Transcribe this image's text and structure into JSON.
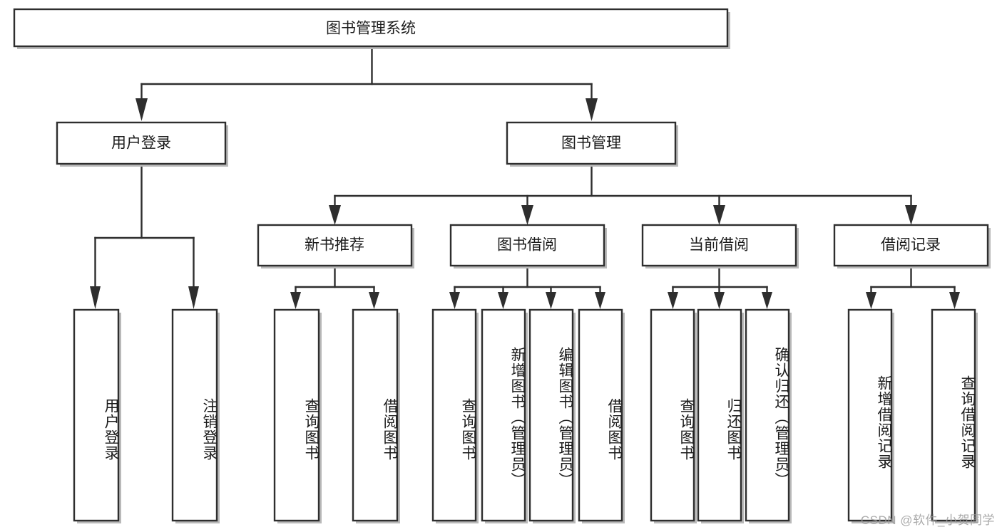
{
  "diagram": {
    "title": "图书管理系统",
    "type": "tree-hierarchy-diagram",
    "colors": {
      "box_stroke": "#2e2e2e",
      "box_fill": "#ffffff",
      "connector": "#2e2e2e",
      "text": "#1b1b1b",
      "watermark": "#9c9c9c",
      "background": "#ffffff"
    },
    "root": {
      "label": "图书管理系统"
    },
    "level2": [
      {
        "label": "用户登录"
      },
      {
        "label": "图书管理"
      }
    ],
    "level3": [
      {
        "label": "新书推荐"
      },
      {
        "label": "图书借阅"
      },
      {
        "label": "当前借阅"
      },
      {
        "label": "借阅记录"
      }
    ],
    "leaves": {
      "user_login": [
        {
          "label": "用户登录"
        },
        {
          "label": "注销登录"
        }
      ],
      "new_book_recommend": [
        {
          "label": "查询图书"
        },
        {
          "label": "借阅图书"
        }
      ],
      "book_borrow": [
        {
          "label": "查询图书"
        },
        {
          "label": "新增图书（管理员）"
        },
        {
          "label": "编辑图书（管理员）"
        },
        {
          "label": "借阅图书"
        }
      ],
      "current_borrow": [
        {
          "label": "查询图书"
        },
        {
          "label": "归还图书"
        },
        {
          "label": "确认归还（管理员）"
        }
      ],
      "borrow_record": [
        {
          "label": "新增借阅记录"
        },
        {
          "label": "查询借阅记录"
        }
      ]
    },
    "watermark": "CSDN @软件_小贺同学"
  }
}
